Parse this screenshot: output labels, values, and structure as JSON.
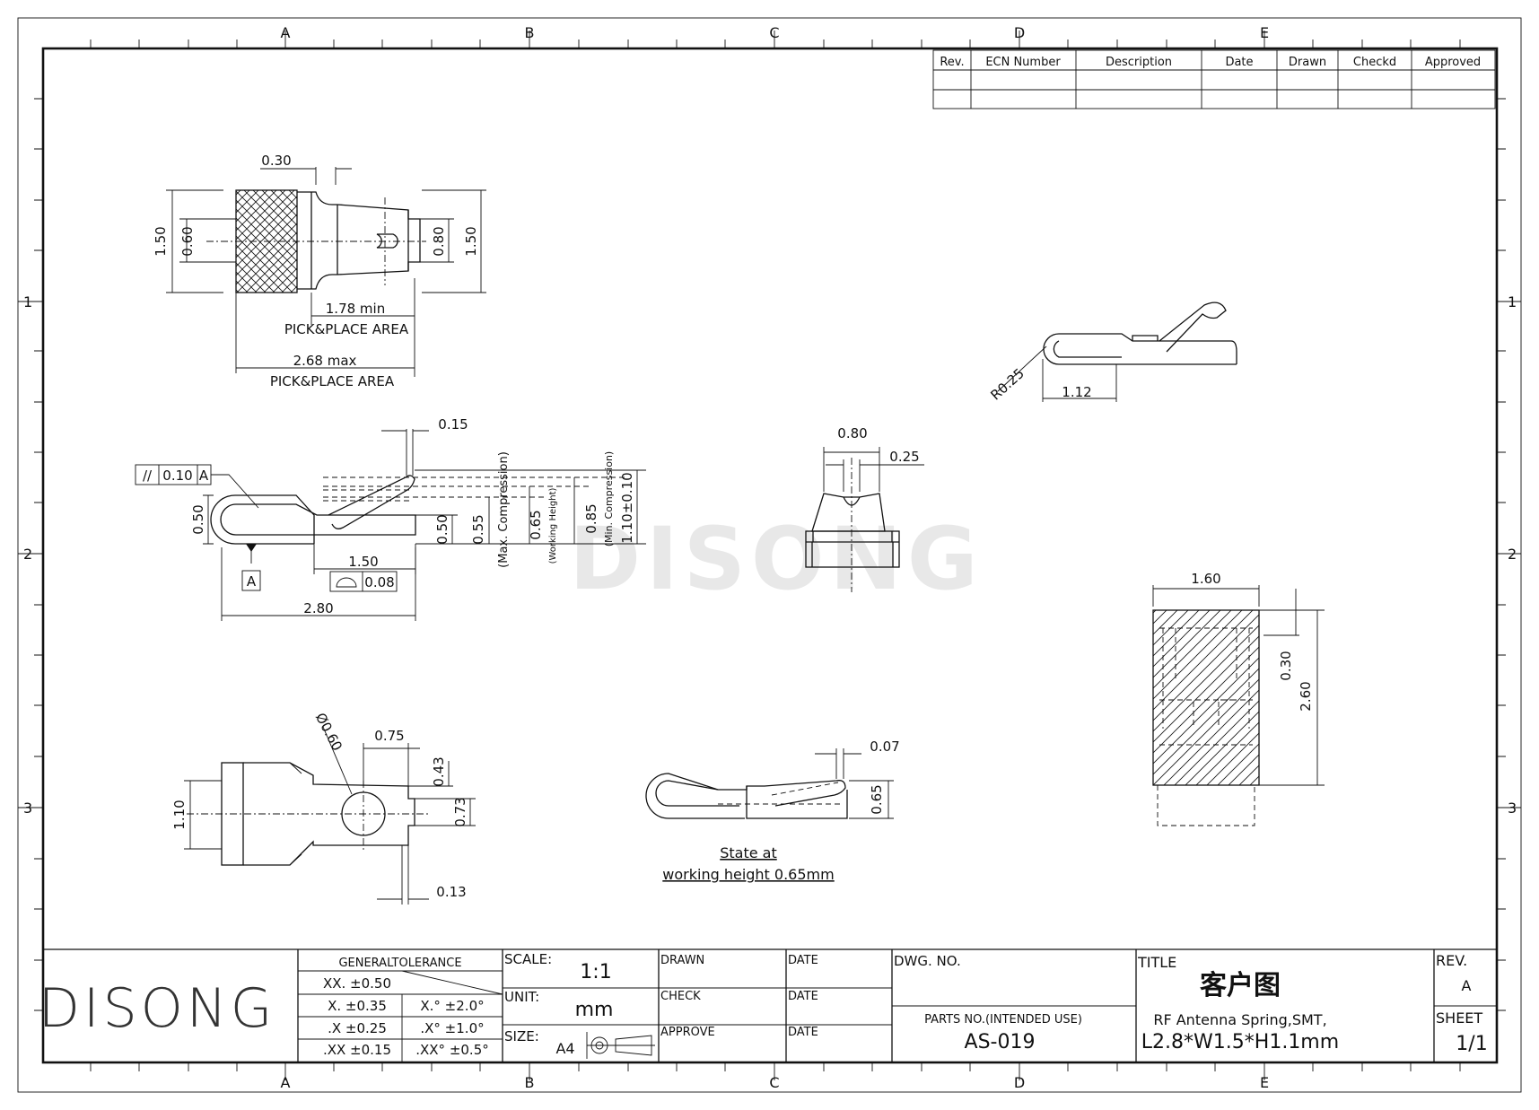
{
  "frame": {
    "col_labels": [
      "A",
      "B",
      "C",
      "D",
      "E"
    ],
    "row_labels": [
      "1",
      "2",
      "3"
    ]
  },
  "revision_table": {
    "headers": [
      "Rev.",
      "ECN Number",
      "Description",
      "Date",
      "Drawn",
      "Checkd",
      "Approved"
    ]
  },
  "watermark": "DISONG",
  "top_view": {
    "dims": [
      "0.30",
      "1.50",
      "0.60",
      "0.80",
      "1.50"
    ],
    "pick_min": "1.78 min",
    "pick_min_label": "PICK&PLACE AREA",
    "pick_max": "2.68 max",
    "pick_max_label": "PICK&PLACE AREA"
  },
  "side_view": {
    "gdt_parallel": {
      "symbol": "//",
      "value": "0.10",
      "datum": "A"
    },
    "datum_label": "A",
    "gdt_profile": {
      "value": "0.08"
    },
    "dims": {
      "top": "0.15",
      "left": "0.50",
      "base": "0.50",
      "max_comp": "0.55",
      "working": "0.65",
      "min_comp": "0.85",
      "free": "1.10±0.10",
      "len_150": "1.50",
      "len_280": "2.80"
    },
    "notes": {
      "max_comp": "(Max. Compression)",
      "working": "(Working Height)",
      "min_comp": "(Min. Compression)"
    }
  },
  "front_view": {
    "dims": [
      "0.80",
      "0.25"
    ]
  },
  "bottom_view": {
    "dims": [
      "Ø0.60",
      "0.75",
      "1.10",
      "0.43",
      "0.73",
      "0.13"
    ]
  },
  "working_view": {
    "dims": [
      "0.07",
      "0.65"
    ],
    "caption_line1": "State at",
    "caption_line2": "working height 0.65mm"
  },
  "iso_view": {
    "dims": [
      "R0.25",
      "1.12"
    ]
  },
  "pad_view": {
    "dims": [
      "1.60",
      "0.30",
      "2.60"
    ]
  },
  "title_block": {
    "logo": "DISONG",
    "tolerance_header": "GENERALTOLERANCE",
    "tolerances": [
      {
        "a": "XX. ±0.50",
        "b": ""
      },
      {
        "a": "X. ±0.35",
        "b": "X.° ±2.0°"
      },
      {
        "a": ".X ±0.25",
        "b": ".X° ±1.0°"
      },
      {
        "a": ".XX ±0.15",
        "b": ".XX° ±0.5°"
      }
    ],
    "scale_label": "SCALE:",
    "scale_value": "1:1",
    "unit_label": "UNIT:",
    "unit_value": "mm",
    "size_label": "SIZE:",
    "size_value": "A4",
    "drawn_label": "DRAWN",
    "check_label": "CHECK",
    "approve_label": "APPROVE",
    "date_label": "DATE",
    "dwg_no_label": "DWG. NO.",
    "parts_no_label": "PARTS NO.(INTENDED USE)",
    "parts_no_value": "AS-019",
    "title_label": "TITLE",
    "title_cn": "客户图",
    "title_line1": "RF Antenna Spring,SMT,",
    "title_line2": "L2.8*W1.5*H1.1mm",
    "rev_label": "REV.",
    "rev_value": "A",
    "sheet_label": "SHEET",
    "sheet_value": "1/1"
  }
}
